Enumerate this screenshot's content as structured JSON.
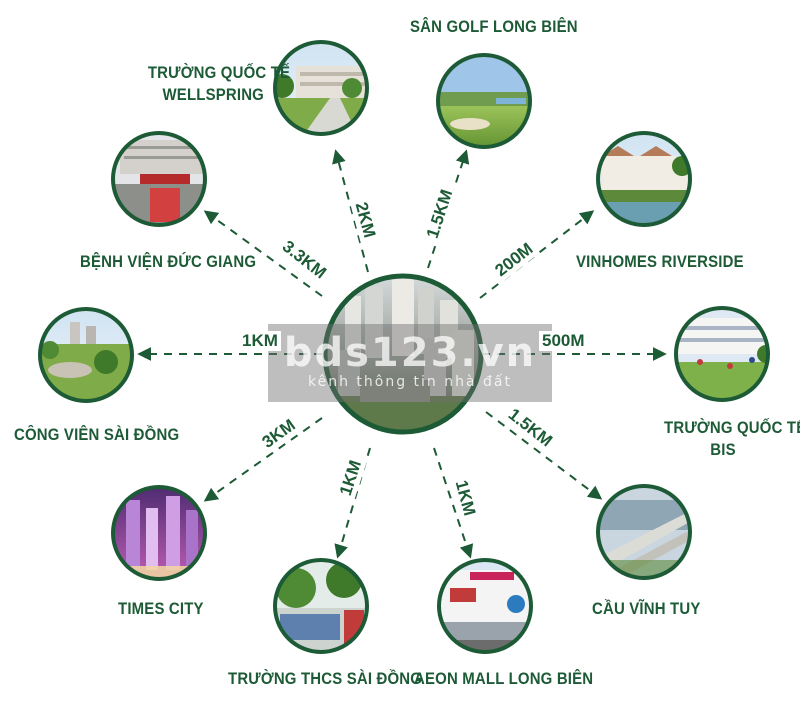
{
  "colors": {
    "ring": "#1d5a36",
    "text": "#1d5a36",
    "arrow": "#1d5a36"
  },
  "center": {
    "name": "project-center",
    "icon": "apartment-complex-photo"
  },
  "watermark": {
    "main": "bds123.vn",
    "sub": "kênh thông tin nhà đất"
  },
  "destinations": [
    {
      "id": "wellspring",
      "name": "Trường Quốc Tế\nWellspring",
      "distance": "2KM",
      "icon": "school-building-photo"
    },
    {
      "id": "golf",
      "name": "Sân Golf Long Biên",
      "distance": "1.5KM",
      "icon": "golf-course-photo"
    },
    {
      "id": "vinhomes",
      "name": "Vinhomes Riverside",
      "distance": "200M",
      "icon": "villa-riverside-photo"
    },
    {
      "id": "bis",
      "name": "Trường Quốc Tế\nBIS",
      "distance": "500M",
      "icon": "school-field-photo"
    },
    {
      "id": "vinhtuy",
      "name": "Cầu Vĩnh Tuy",
      "distance": "1.5KM",
      "icon": "bridge-photo"
    },
    {
      "id": "aeon",
      "name": "Aeon Mall Long Biên",
      "distance": "1KM",
      "icon": "shopping-mall-photo"
    },
    {
      "id": "thcs",
      "name": "Trường THCS Sài Đồng",
      "distance": "1KM",
      "icon": "schoolyard-photo"
    },
    {
      "id": "timescity",
      "name": "Times City",
      "distance": "3KM",
      "icon": "city-night-photo"
    },
    {
      "id": "saidongpark",
      "name": "Công Viên Sài Đồng",
      "distance": "1KM",
      "icon": "park-photo"
    },
    {
      "id": "ducgiang",
      "name": "Bệnh Viện Đức Giang",
      "distance": "3.3KM",
      "icon": "hospital-photo"
    }
  ]
}
